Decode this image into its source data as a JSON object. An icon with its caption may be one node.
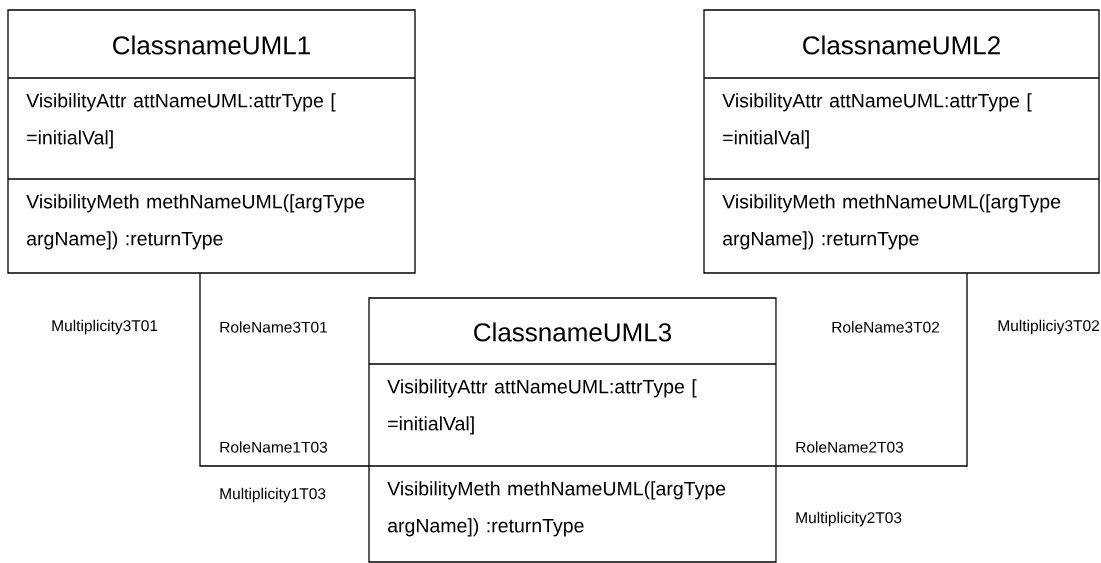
{
  "diagram": {
    "nodes": [
      {
        "text": [
          "ClassnameUML1",
          "VisibilityAttr attNameUML:attrType [ =initialVal]",
          "VisibilityMeth methNameUML([argType argName]) :returnType"
        ]
      },
      {
        "text": [
          "ClassnameUML2",
          "VisibilityAttr attNameUML:attrType [ =initialVal]",
          "VisibilityMeth methNameUML([argType argName]) :returnType"
        ]
      },
      {
        "text": [
          "ClassnameUML3",
          "VisibilityAttr attNameUML:attrType [ =initialVal]",
          "VisibilityMeth methNameUML([argType argName]) :returnType"
        ]
      }
    ],
    "edges": [
      {
        "from": 0,
        "to": 2,
        "arrow": "none"
      },
      {
        "from": 1,
        "to": 2,
        "arrow": "none"
      }
    ],
    "labels": [
      "Multiplicity3T01",
      "RoleName3T01",
      "RoleName3T02",
      "Multipliciy3T02",
      "RoleName1T03",
      "RoleName2T03",
      "Multiplicity1T03",
      "Multiplicity2T03"
    ]
  }
}
